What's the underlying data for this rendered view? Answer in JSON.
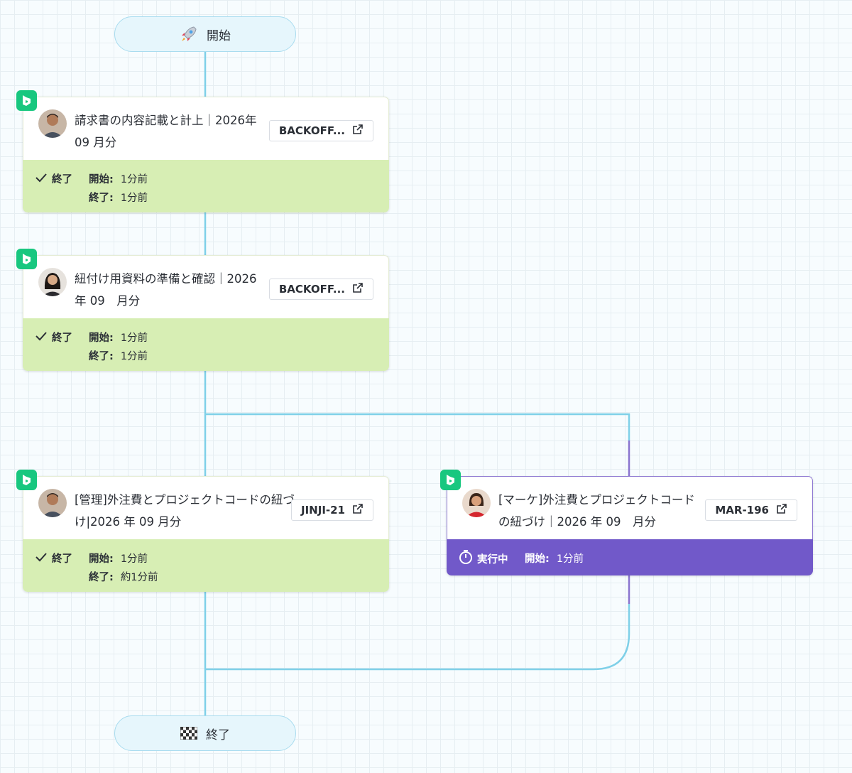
{
  "start": {
    "label": "開始",
    "icon": "rocket-icon"
  },
  "end": {
    "label": "終了",
    "icon": "checkered-flag-icon"
  },
  "colors": {
    "line": "#7fd0e8",
    "done": "#d7eeb4",
    "running": "#7159c9",
    "tag": "#18c77f"
  },
  "tasks": [
    {
      "title": "請求書の内容記載と計上｜2026年09 月分",
      "key": "BACKOFF...",
      "status": "終了",
      "start_label": "開始:",
      "start_value": "1分前",
      "end_label": "終了:",
      "end_value": "1分前"
    },
    {
      "title": "紐付け用資料の準備と確認｜2026 年 09　月分",
      "key": "BACKOFF...",
      "status": "終了",
      "start_label": "開始:",
      "start_value": "1分前",
      "end_label": "終了:",
      "end_value": "1分前"
    },
    {
      "title": "[管理]外注費とプロジェクトコードの紐づけ|2026 年 09 月分",
      "key": "JINJI-21",
      "status": "終了",
      "start_label": "開始:",
      "start_value": "1分前",
      "end_label": "終了:",
      "end_value": "約1分前"
    },
    {
      "title": "[マーケ]外注費とプロジェクトコードの紐づけ｜2026 年 09　月分",
      "key": "MAR-196",
      "status": "実行中",
      "start_label": "開始:",
      "start_value": "1分前"
    }
  ]
}
